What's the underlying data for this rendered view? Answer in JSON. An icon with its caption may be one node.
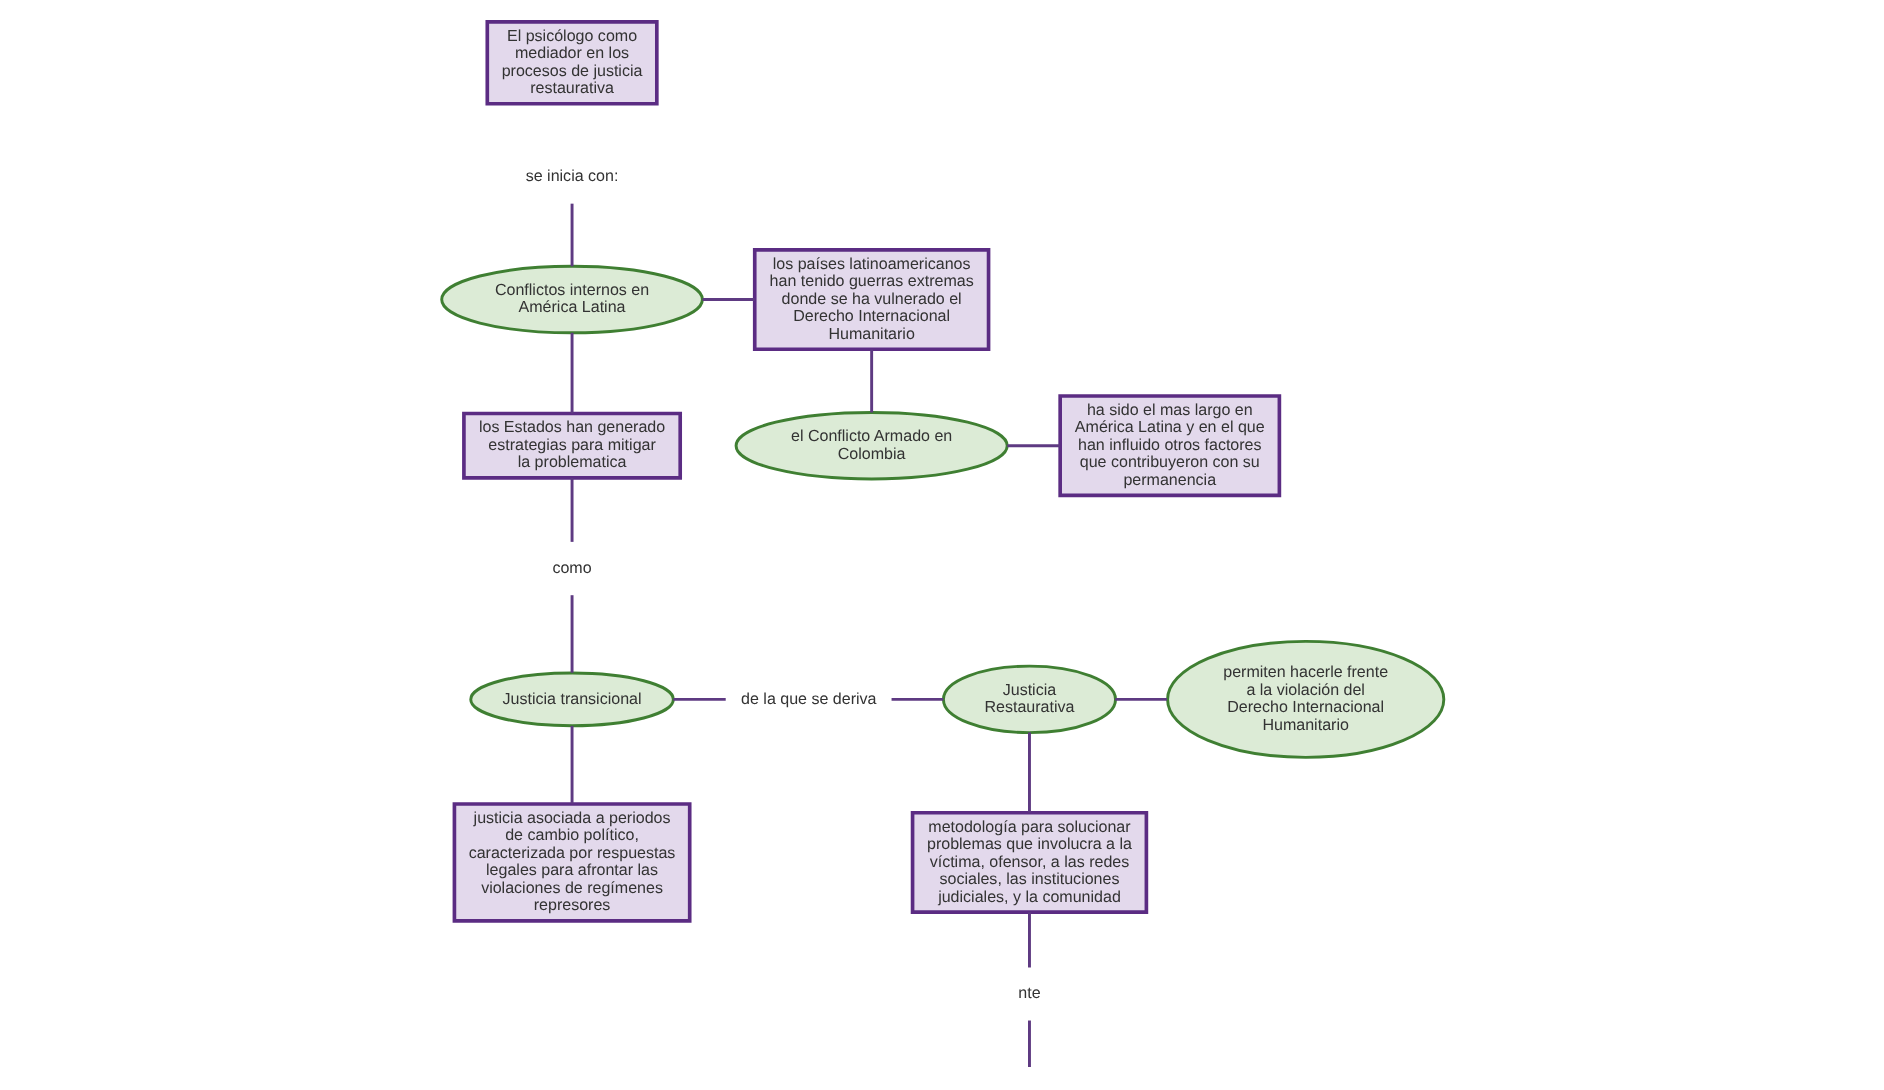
{
  "diagram": {
    "nodes": [
      {
        "text": [
          "El psicólogo como mediador en los procesos de justicia restaurativa"
        ]
      },
      {
        "text": [
          "se inicia con:"
        ]
      },
      {
        "text": [
          "Conflictos internos en América Latina"
        ]
      },
      {
        "text": [
          "los países latinoamericanos han tenido guerras extremas donde se ha vulnerado el Derecho Internacional Humanitario"
        ]
      },
      {
        "text": [
          "el Conflicto Armado en Colombia"
        ]
      },
      {
        "text": [
          "ha sido el mas largo en América Latina y en el que han influido otros factores que contribuyeron con su permanencia"
        ]
      },
      {
        "text": [
          "los Estados han generado estrategias para mitigar la problematica"
        ]
      },
      {
        "text": [
          "como"
        ]
      },
      {
        "text": [
          "Justicia transicional"
        ]
      },
      {
        "text": [
          "de la que se deriva"
        ]
      },
      {
        "text": [
          "Justicia Restaurativa"
        ]
      },
      {
        "text": [
          "permiten hacerle frente a la violación del Derecho Internacional Humanitario"
        ]
      },
      {
        "text": [
          "justicia asociada a periodos de cambio político, caracterizada por respuestas legales para afrontar las violaciones de regímenes represores"
        ]
      },
      {
        "text": [
          "metodología para solucionar problemas que involucra a la víctima, ofensor, a las redes sociales, las instituciones judiciales, y la comunidad"
        ]
      },
      {
        "text": [
          "nte"
        ]
      }
    ],
    "edges": [
      {
        "from": 1,
        "to": 2,
        "arrow": "none"
      },
      {
        "from": 2,
        "to": 3,
        "arrow": "none"
      },
      {
        "from": 3,
        "to": 4,
        "arrow": "none"
      },
      {
        "from": 4,
        "to": 5,
        "arrow": "none"
      },
      {
        "from": 2,
        "to": 6,
        "arrow": "none"
      },
      {
        "from": 6,
        "to": 7,
        "arrow": "none"
      },
      {
        "from": 7,
        "to": 8,
        "arrow": "none"
      },
      {
        "from": 8,
        "to": 9,
        "arrow": "none"
      },
      {
        "from": 9,
        "to": 10,
        "arrow": "none"
      },
      {
        "from": 10,
        "to": 11,
        "arrow": "none"
      },
      {
        "from": 8,
        "to": 12,
        "arrow": "none"
      },
      {
        "from": 10,
        "to": 13,
        "arrow": "none"
      },
      {
        "from": 13,
        "to": 14,
        "arrow": "none"
      },
      {
        "from": 14,
        "to": null,
        "arrow": "none"
      }
    ]
  }
}
